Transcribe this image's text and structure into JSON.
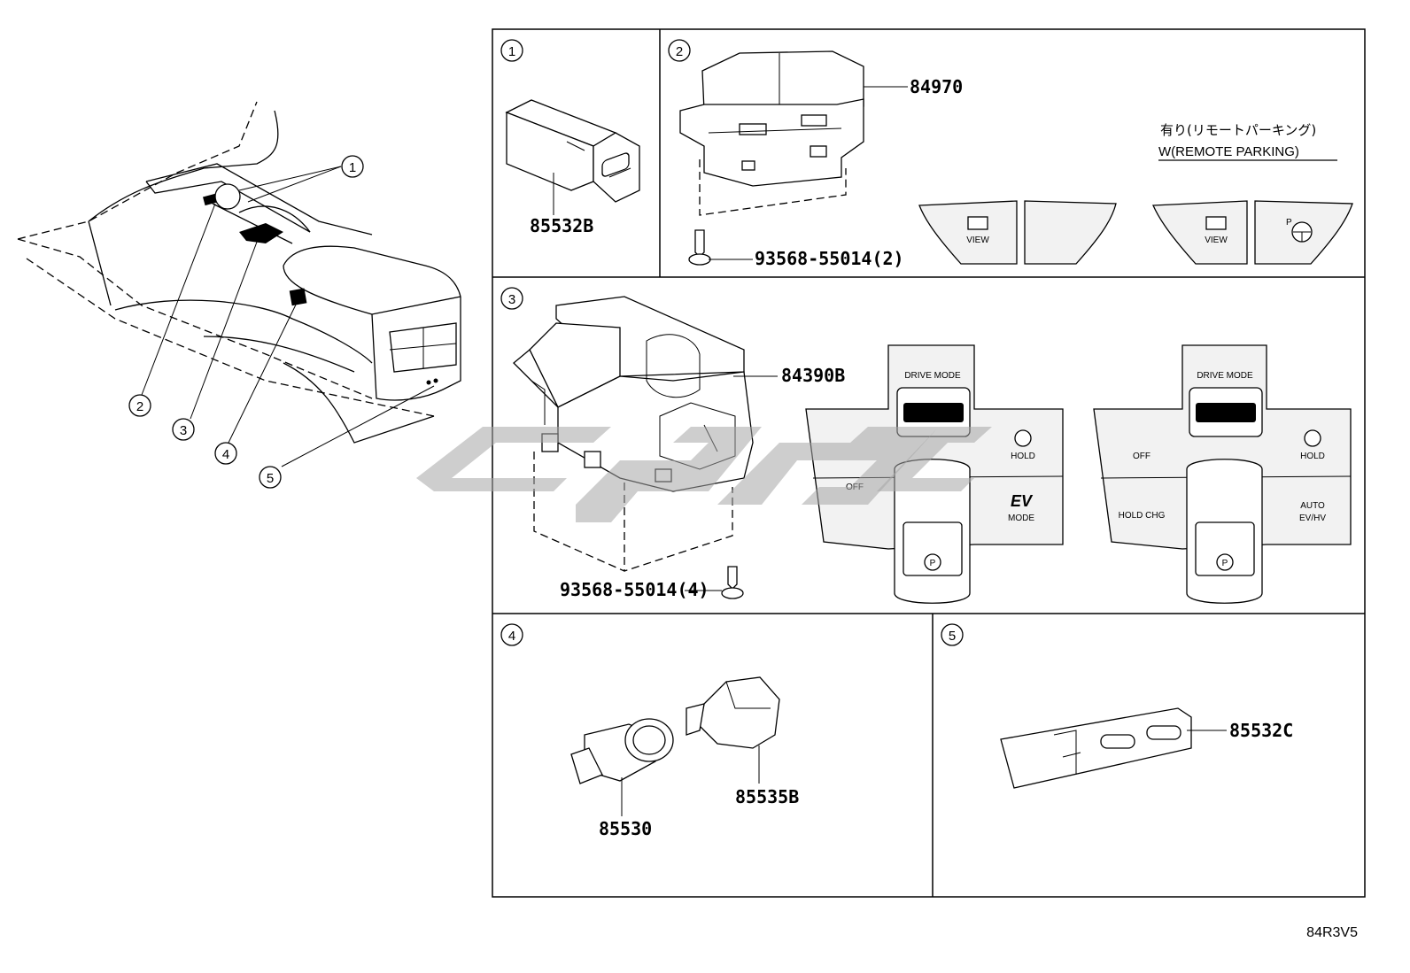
{
  "callouts": [
    "1",
    "2",
    "3",
    "4",
    "5"
  ],
  "sections": {
    "s1": {
      "number": "1",
      "part": "85532B"
    },
    "s2": {
      "number": "2",
      "part": "84970",
      "screw": "93568-55014(2)",
      "option_jp": "有り(リモートパーキング)",
      "option_en": "W(REMOTE PARKING)",
      "btn_view": "VIEW",
      "btn_p": "P"
    },
    "s3": {
      "number": "3",
      "part": "84390B",
      "screw": "93568-55014(4)",
      "drive_mode": "DRIVE MODE",
      "hold": "HOLD",
      "off": "OFF",
      "ev": "EV",
      "mode": "MODE",
      "p": "P",
      "hold_chg": "HOLD CHG",
      "auto": "AUTO",
      "evhv": "EV/HV"
    },
    "s4": {
      "number": "4",
      "part_a": "85530",
      "part_b": "85535B"
    },
    "s5": {
      "number": "5",
      "part": "85532C"
    }
  },
  "diagram_code": "84R3V5",
  "colors": {
    "line": "#000000",
    "watermark": "#a6a6a6",
    "panel_fill": "#f2f2f2"
  }
}
